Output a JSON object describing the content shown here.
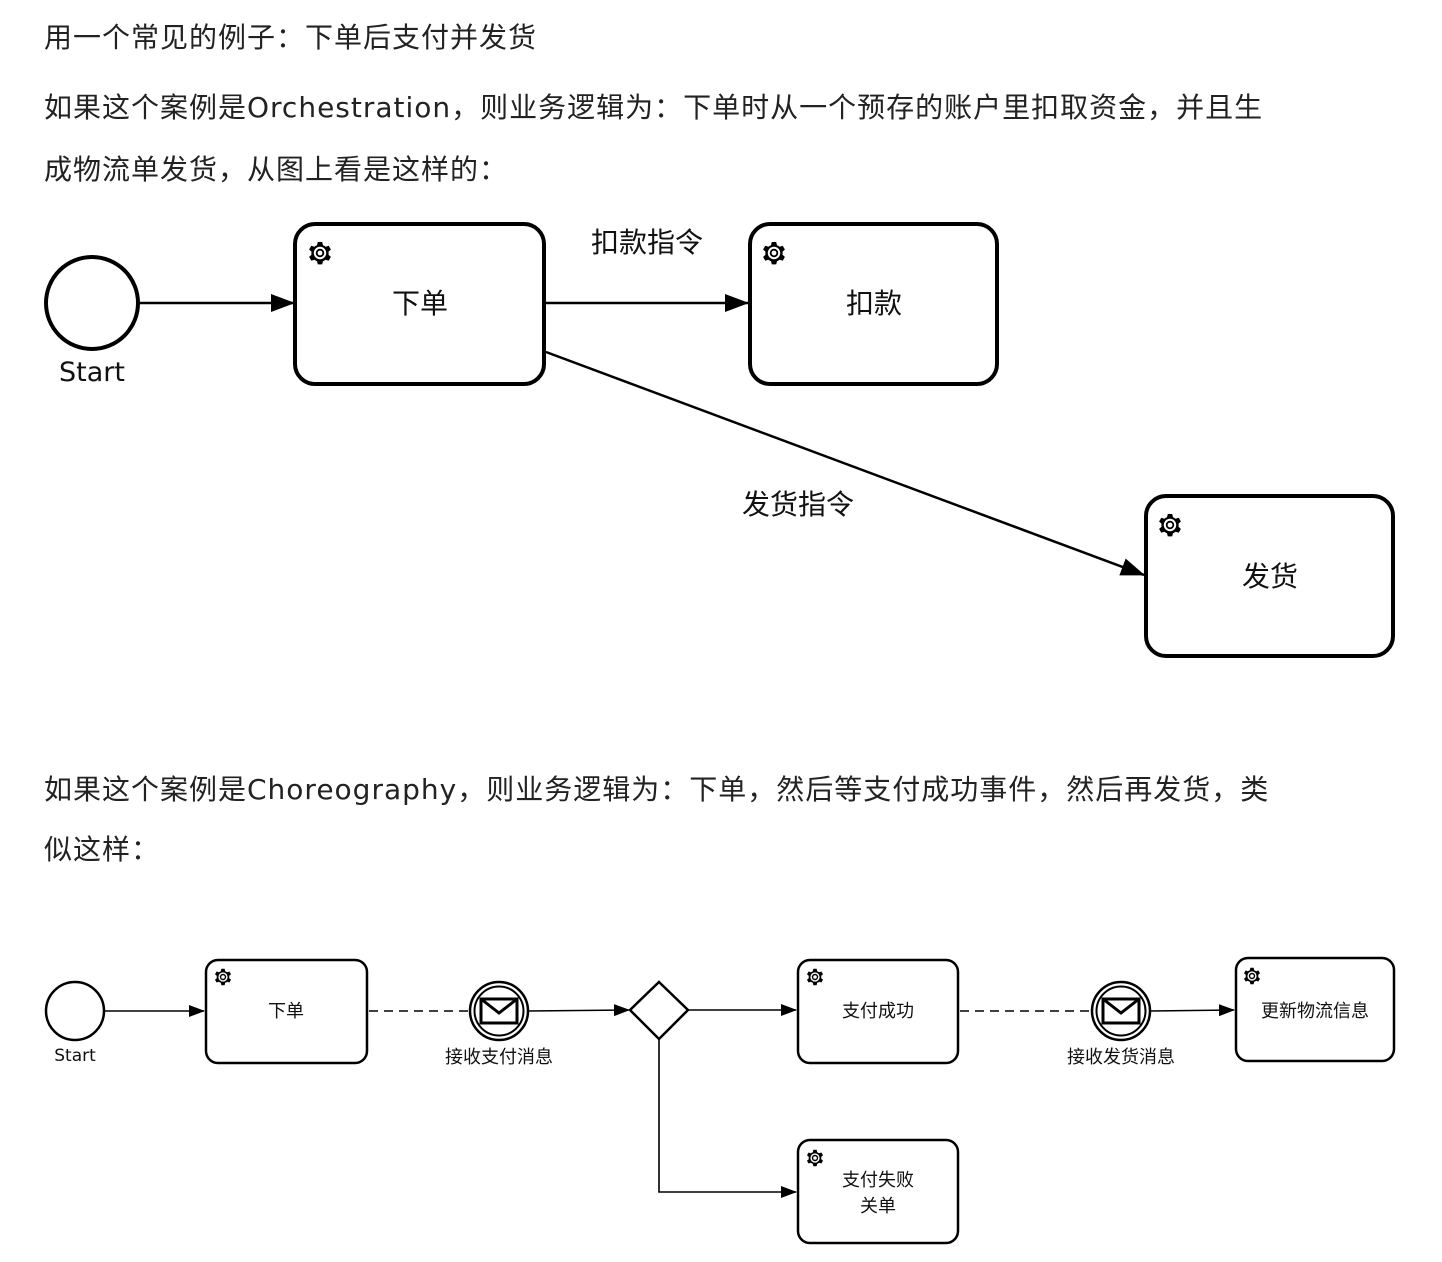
{
  "paragraphs": {
    "intro": "用一个常见的例子：下单后支付并发货",
    "orchestration_line1": "如果这个案例是Orchestration，则业务逻辑为：下单时从一个预存的账户里扣取资金，并且生",
    "orchestration_line2": "成物流单发货，从图上看是这样的：",
    "choreography_line1": "如果这个案例是Choreography，则业务逻辑为：下单，然后等支付成功事件，然后再发货，类",
    "choreography_line2": "似这样："
  },
  "orchestration_diagram": {
    "start_label": "Start",
    "tasks": {
      "place_order": "下单",
      "deduct": "扣款",
      "ship": "发货"
    },
    "flows": {
      "deduct_command": "扣款指令",
      "ship_command": "发货指令"
    }
  },
  "choreography_diagram": {
    "start_label": "Start",
    "tasks": {
      "place_order": "下单",
      "payment_success": "支付成功",
      "payment_failed_line1": "支付失败",
      "payment_failed_line2": "关单",
      "update_logistics": "更新物流信息"
    },
    "events": {
      "receive_payment_msg": "接收支付消息",
      "receive_shipping_msg": "接收发货消息"
    }
  }
}
